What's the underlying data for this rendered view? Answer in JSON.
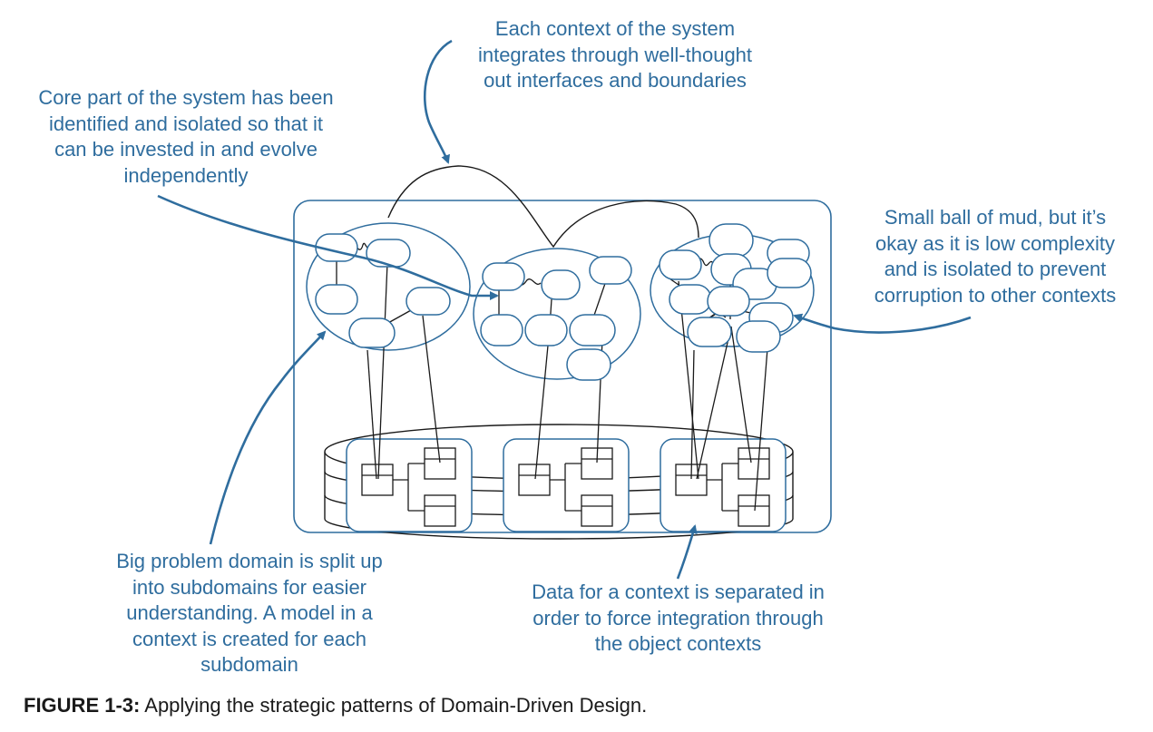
{
  "annotations": {
    "contexts_integrate": [
      "Each context of the system",
      "integrates through well-thought",
      "out interfaces and boundaries"
    ],
    "core_part": [
      "Core part of the system has been",
      "identified and isolated so that it",
      "can be invested in and evolve",
      "independently"
    ],
    "small_ball": [
      "Small ball of mud, but it’s",
      "okay as it is low complexity",
      "and is isolated to prevent",
      "corruption to other contexts"
    ],
    "big_problem": [
      "Big problem domain is split up",
      "into subdomains for easier",
      "understanding. A model in a",
      "context is created for each",
      "subdomain"
    ],
    "data_separated": [
      "Data for a context is separated in",
      "order to force integration through",
      "the object contexts"
    ]
  },
  "caption": {
    "label": "FIGURE 1-3:",
    "text": "Applying the strategic patterns of Domain-Driven Design."
  },
  "colors": {
    "accent": "#2f6d9e",
    "line": "#1a1a1a",
    "caption": "#1a1a1a"
  }
}
